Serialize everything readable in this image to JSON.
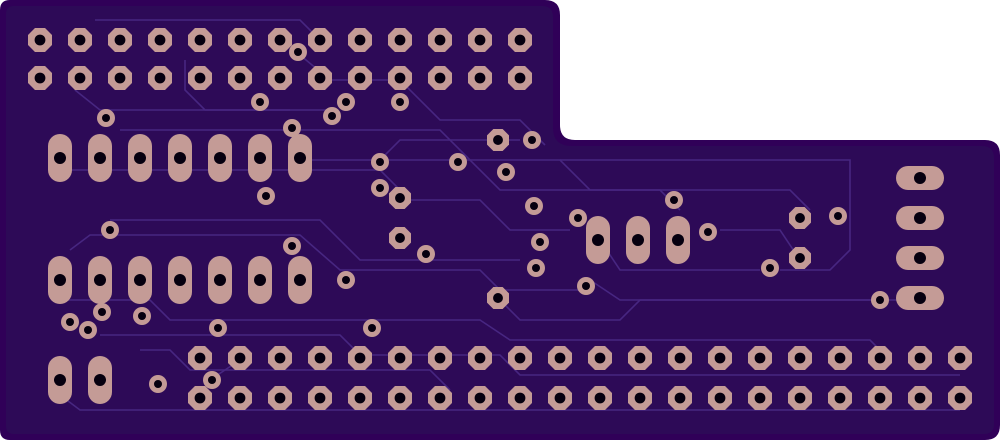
{
  "board": {
    "colors": {
      "substrate": "#300058",
      "copper_fill": "#2f0a5c",
      "trace": "#4a2a86",
      "pad": "#c49b96",
      "drill": "#06000f",
      "outline": "#6b4c9e"
    },
    "icons": [
      "pcb-board",
      "through-hole-pad",
      "oval-pad",
      "via",
      "copper-trace"
    ]
  }
}
